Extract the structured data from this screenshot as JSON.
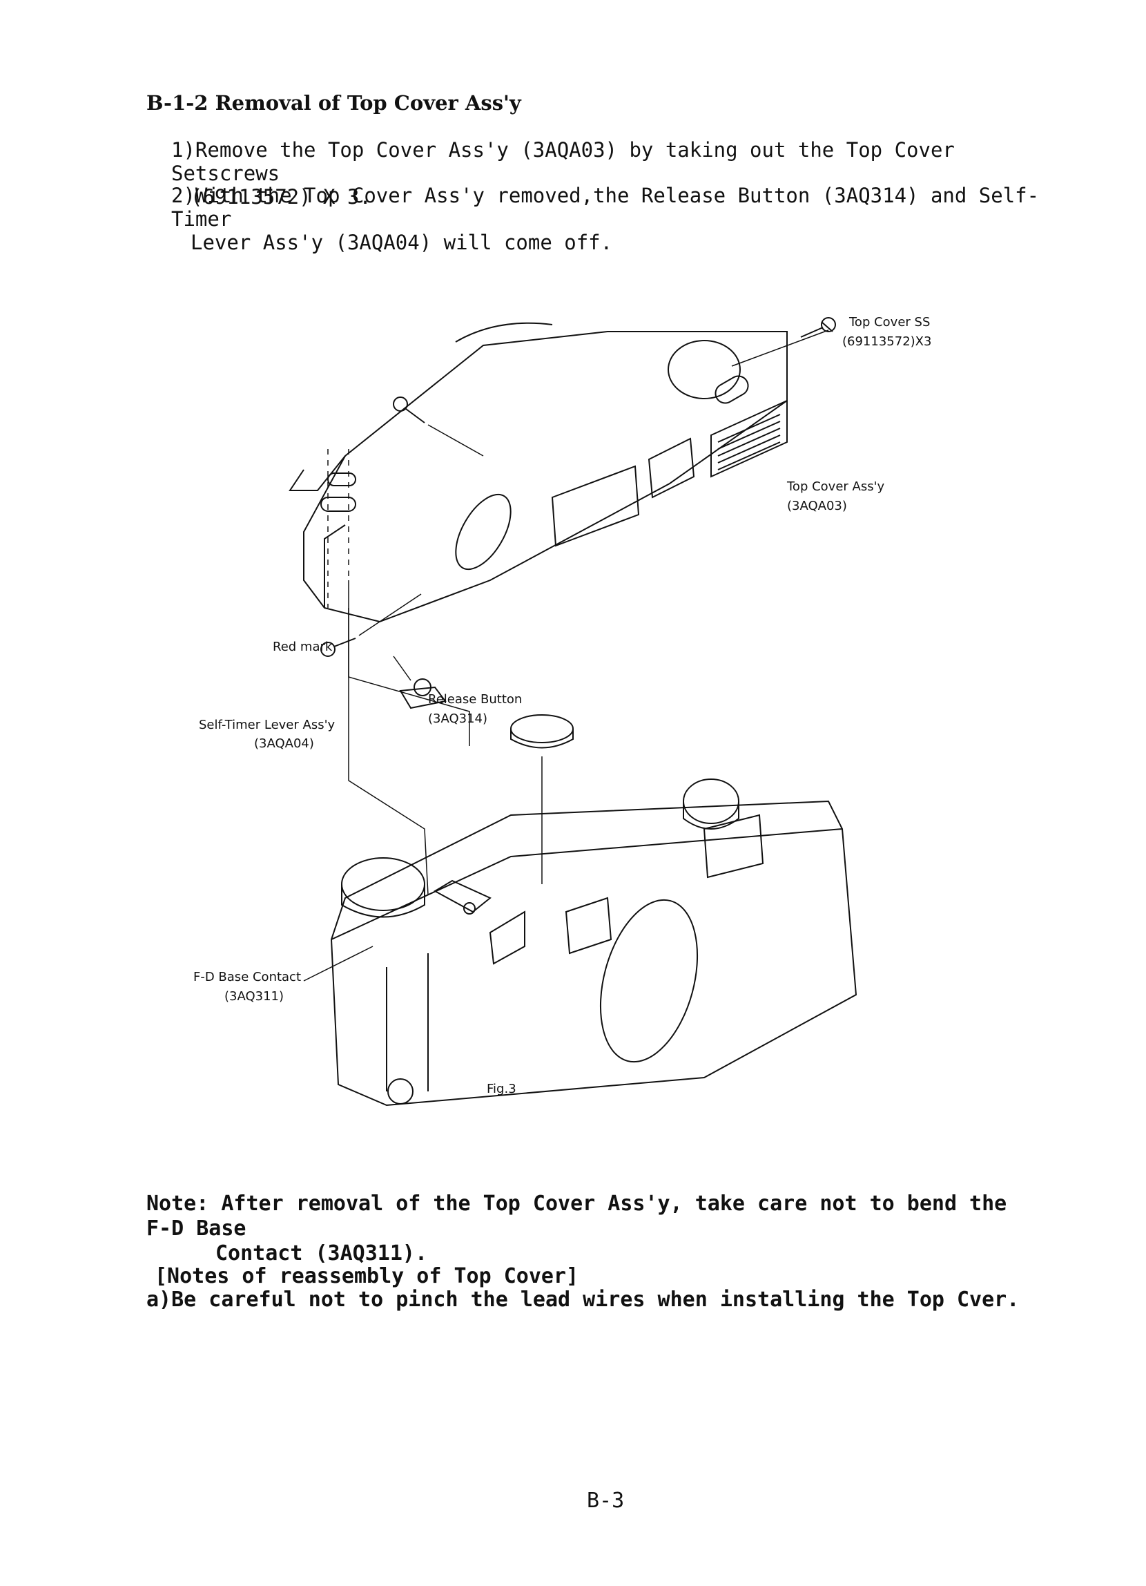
{
  "heading": "B-1-2 Removal of Top Cover Ass'y",
  "steps": [
    {
      "line1": "1)Remove the Top Cover Ass'y (3AQA03) by taking out the Top Cover Setscrews",
      "line2": "(69113572) X 3."
    },
    {
      "line1": "2)With the Top Cover Ass'y removed,the Release Button (3AQ314) and Self-Timer",
      "line2": "Lever Ass'y (3AQA04) will come off."
    }
  ],
  "figure": {
    "labels": {
      "top_cover_ss": "Top Cover SS",
      "top_cover_ss_code": "(69113572)X3",
      "top_cover_assy": "Top Cover Ass'y",
      "top_cover_assy_code": "(3AQA03)",
      "red_mark": "Red mark",
      "release_button": "Release Button",
      "release_button_code": "(3AQ314)",
      "self_timer": "Self-Timer Lever Ass'y",
      "self_timer_code": "(3AQA04)",
      "fd_base": "F-D Base Contact",
      "fd_base_code": "(3AQ311)",
      "caption": "Fig.3"
    }
  },
  "note": {
    "line1": "Note: After removal of the Top Cover Ass'y, take care not to bend the F-D Base",
    "line2": "Contact (3AQ311)."
  },
  "reassembly": {
    "title": "[Notes of reassembly of Top Cover]",
    "item_a": "a)Be careful not to pinch the lead wires when installing the Top Cver."
  },
  "page_number": "B-3"
}
